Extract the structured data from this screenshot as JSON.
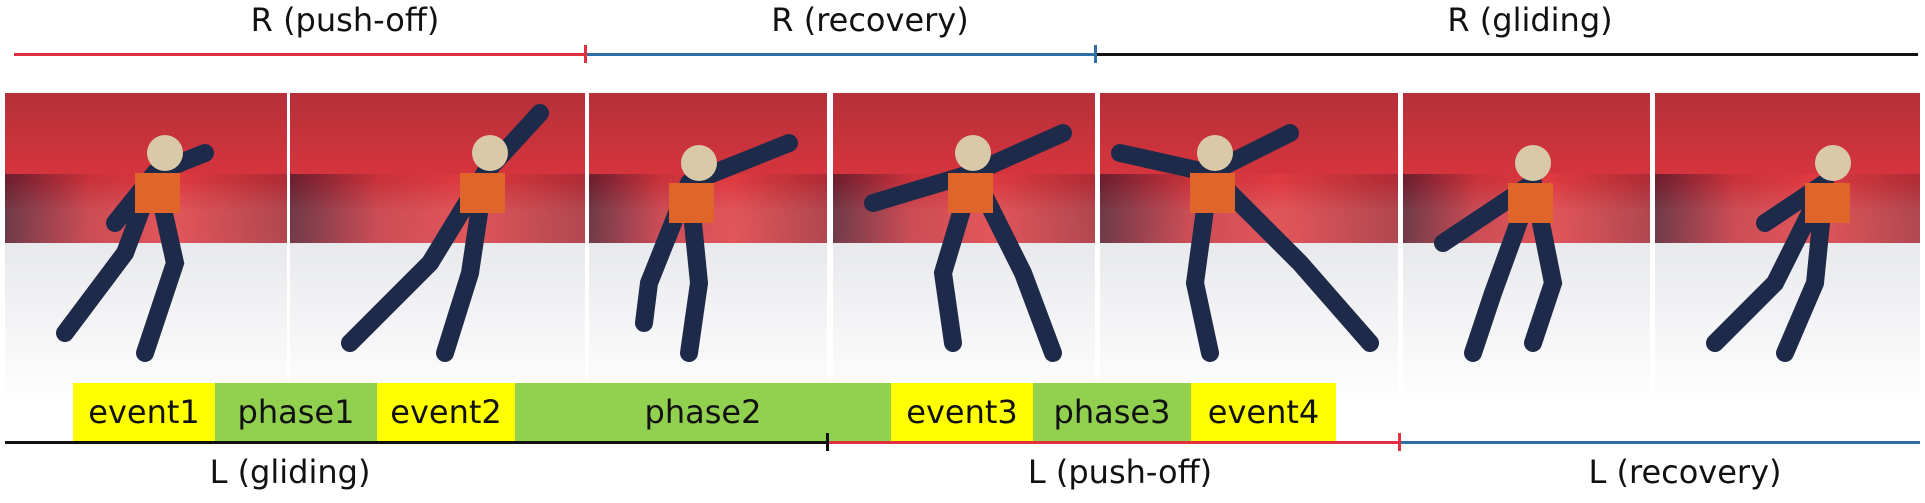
{
  "top_phases": [
    {
      "label": "R (push-off)",
      "color": "#e0303f"
    },
    {
      "label": "R (recovery)",
      "color": "#2e6ea6"
    },
    {
      "label": "R (gliding)",
      "color": "#111111"
    }
  ],
  "bottom_phases": [
    {
      "label": "L (gliding)",
      "color": "#111111"
    },
    {
      "label": "L (push-off)",
      "color": "#e0303f"
    },
    {
      "label": "L (recovery)",
      "color": "#2e6ea6"
    }
  ],
  "timeline": [
    {
      "label": "event1",
      "kind": "event"
    },
    {
      "label": "phase1",
      "kind": "phase"
    },
    {
      "label": "event2",
      "kind": "event"
    },
    {
      "label": "phase2",
      "kind": "phase"
    },
    {
      "label": "event3",
      "kind": "event"
    },
    {
      "label": "phase3",
      "kind": "phase"
    },
    {
      "label": "event4",
      "kind": "event"
    }
  ],
  "colors": {
    "event": "#ffff00",
    "phase": "#92d050"
  },
  "photos": [
    {
      "name": "frame-1"
    },
    {
      "name": "frame-2"
    },
    {
      "name": "frame-3"
    },
    {
      "name": "frame-4"
    },
    {
      "name": "frame-5"
    },
    {
      "name": "frame-6"
    },
    {
      "name": "frame-7"
    }
  ]
}
